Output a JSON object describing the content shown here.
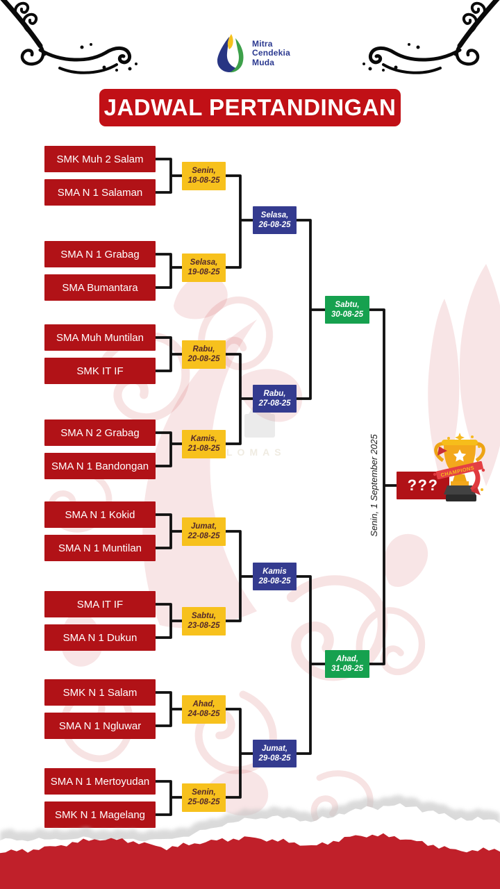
{
  "header": {
    "logo_lines": [
      "Mitra",
      "Cendekia",
      "Muda"
    ],
    "title": "JADWAL PERTANDINGAN"
  },
  "colors": {
    "box_red": "#b11217",
    "banner_red": "#c11016",
    "yellow": "#f7c11d",
    "yellow_text": "#53282b",
    "blue": "#343b8f",
    "green": "#16a14f",
    "line_black": "#111111",
    "torn_red": "#c0202a",
    "watermark_red": "#c1272d",
    "logo_blue": "#2b3990"
  },
  "bracket": {
    "teams": [
      "SMK Muh 2 Salam",
      "SMA N 1 Salaman",
      "SMA N 1 Grabag",
      "SMA Bumantara",
      "SMA Muh Muntilan",
      "SMK IT IF",
      "SMA N 2 Grabag",
      "SMA N 1 Bandongan",
      "SMA N 1 Kokid",
      "SMA N 1 Muntilan",
      "SMA IT IF",
      "SMA N 1 Dukun",
      "SMK N 1 Salam",
      "SMA N 1 Ngluwar",
      "SMA N 1 Mertoyudan",
      "SMK N 1 Magelang"
    ],
    "round1": [
      {
        "day": "Senin,",
        "date": "18-08-25"
      },
      {
        "day": "Selasa,",
        "date": "19-08-25"
      },
      {
        "day": "Rabu,",
        "date": "20-08-25"
      },
      {
        "day": "Kamis,",
        "date": "21-08-25"
      },
      {
        "day": "Jumat,",
        "date": "22-08-25"
      },
      {
        "day": "Sabtu,",
        "date": "23-08-25"
      },
      {
        "day": "Ahad,",
        "date": "24-08-25"
      },
      {
        "day": "Senin,",
        "date": "25-08-25"
      }
    ],
    "round2": [
      {
        "day": "Selasa,",
        "date": "26-08-25"
      },
      {
        "day": "Rabu,",
        "date": "27-08-25"
      },
      {
        "day": "Kamis",
        "date": "28-08-25"
      },
      {
        "day": "Jumat,",
        "date": "29-08-25"
      }
    ],
    "round3": [
      {
        "day": "Sabtu,",
        "date": "30-08-25"
      },
      {
        "day": "Ahad,",
        "date": "31-08-25"
      }
    ],
    "final_label": "Senin, 1 September 2025",
    "champion_label": "???",
    "trophy_ribbon": "CHAMPIONS",
    "watermark_text": "LOMAS"
  }
}
